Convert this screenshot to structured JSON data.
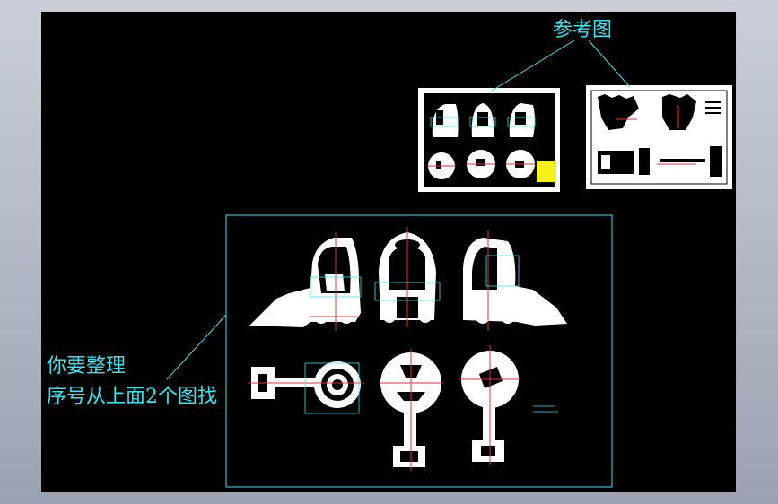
{
  "window": {
    "background": "#000000",
    "frame_gradient": [
      "#c9ced8",
      "#9aa2b2"
    ]
  },
  "annotations": {
    "reference_label": "参考图",
    "instruction_line1": "你要整理",
    "instruction_line2": "序号从上面2个图找"
  },
  "colors": {
    "annotation": "#38e4f0",
    "leader": "#38e4f0",
    "frame": "#ffffff",
    "model": "#ffffff",
    "centerline": "#e0303a",
    "highlight": "#f4f01a"
  },
  "icons": {
    "reference_sheet_1": "reference-sheet-thumbnail",
    "reference_sheet_2": "reference-sheet-thumbnail",
    "main_sheet": "drawing-sheet"
  }
}
